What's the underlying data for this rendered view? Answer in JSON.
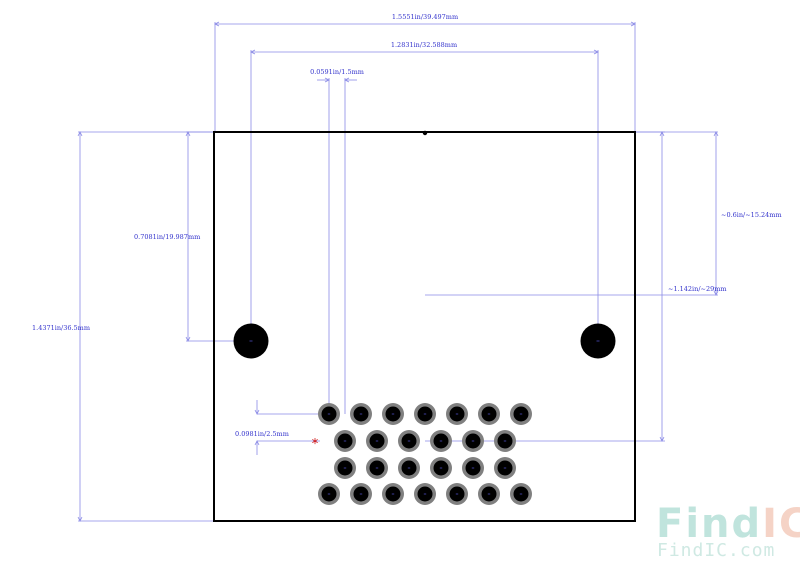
{
  "dimensions": {
    "overall_width": "1.5551in/39.497mm",
    "hole_spacing": "1.2831in/32.588mm",
    "pin_offset_x": "0.0591in/1.5mm",
    "hole_offset_y": "0.7081in/19.987mm",
    "pin_row_offset": "0.0981in/2.5mm",
    "overall_height": "1.4371in/36.5mm",
    "right_offset_top": "~0.6in/~15.24mm",
    "right_offset_bottom": "~1.142in/~29mm"
  },
  "pin1_marker": "*",
  "watermark": {
    "logo_text_find": "Find",
    "logo_text_ic": "IC",
    "url": "FindIC.com"
  },
  "colors": {
    "dimension_line": "#8080e0",
    "dimension_text": "#3333cc",
    "outline": "#000000",
    "pad_ring": "#808080",
    "pad_core": "#000000",
    "pin1_marker": "#cc0000",
    "watermark_find": "#c0e4dd",
    "watermark_ic": "#f5d3c6"
  }
}
